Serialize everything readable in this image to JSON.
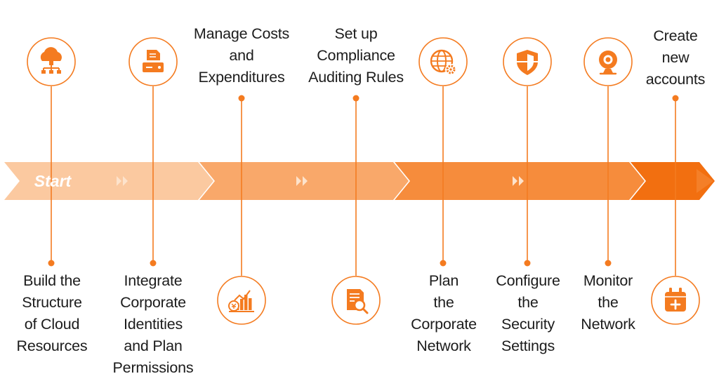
{
  "colors": {
    "accent": "#f47b20",
    "band_1": "#fbc9a0",
    "band_2": "#f9a86a",
    "band_3": "#f68c3c",
    "band_4": "#f26f10",
    "chevron_mark": "#fde3cc",
    "text": "#1c1c1c"
  },
  "band": {
    "start_label": "Start"
  },
  "steps": [
    {
      "label": "Build the\nStructure\nof Cloud\nResources",
      "icon": "cloud-network-icon"
    },
    {
      "label": "Integrate\nCorporate\nIdentities\nand Plan\nPermissions",
      "icon": "server-identity-icon"
    },
    {
      "label": "Manage Costs\nand\nExpenditures",
      "icon": "cost-chart-icon"
    },
    {
      "label": "Set up\nCompliance\nAuditing Rules",
      "icon": "document-search-icon"
    },
    {
      "label": "Plan\nthe\nCorporate\nNetwork",
      "icon": "globe-settings-icon"
    },
    {
      "label": "Configure\nthe\nSecurity\nSettings",
      "icon": "shield-icon"
    },
    {
      "label": "Monitor\nthe\nNetwork",
      "icon": "webcam-icon"
    },
    {
      "label": "Create\nnew\naccounts",
      "icon": "calendar-plus-icon"
    }
  ]
}
